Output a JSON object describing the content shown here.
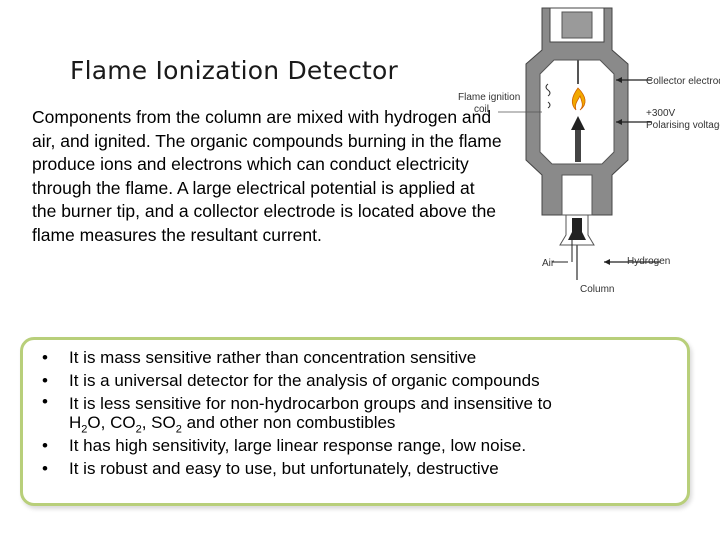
{
  "slide": {
    "title": "Flame Ionization Detector",
    "intro": "Components from the column are mixed with hydrogen and air, and ignited. The organic compounds burning in the flame produce ions and electrons which can conduct electricity through the flame. A large electrical potential is applied at the burner tip, and a collector electrode is located above the flame measures the resultant current."
  },
  "diagram": {
    "labels": {
      "flame_ignition_1": "Flame ignition",
      "flame_ignition_2": "coil",
      "collector": "Collector electrode",
      "voltage_1": "+300V",
      "voltage_2": "Polarising voltage",
      "hydrogen": "Hydrogen",
      "air": "Air",
      "column": "Column"
    }
  },
  "bullets": {
    "b1": "It is mass sensitive rather than concentration sensitive",
    "b2": "It is a universal detector for the analysis of organic compounds",
    "b3_line1": "It is less sensitive for non-hydrocarbon groups and insensitive to",
    "b3_h2o_a": "H",
    "b3_h2o_sub": "2",
    "b3_h2o_b": "O, CO",
    "b3_co2_sub": "2",
    "b3_so2": ", SO",
    "b3_so2_sub": "2",
    "b3_rest": " and other non combustibles",
    "b4": "It has high sensitivity, large linear response range, low noise.",
    "b5": "It is robust and easy to use, but unfortunately, destructive",
    "bullet_char": "•"
  },
  "colors": {
    "border": "#b8cf7a",
    "detector_body": "#7a7a7a",
    "flame": "#f2a900"
  }
}
